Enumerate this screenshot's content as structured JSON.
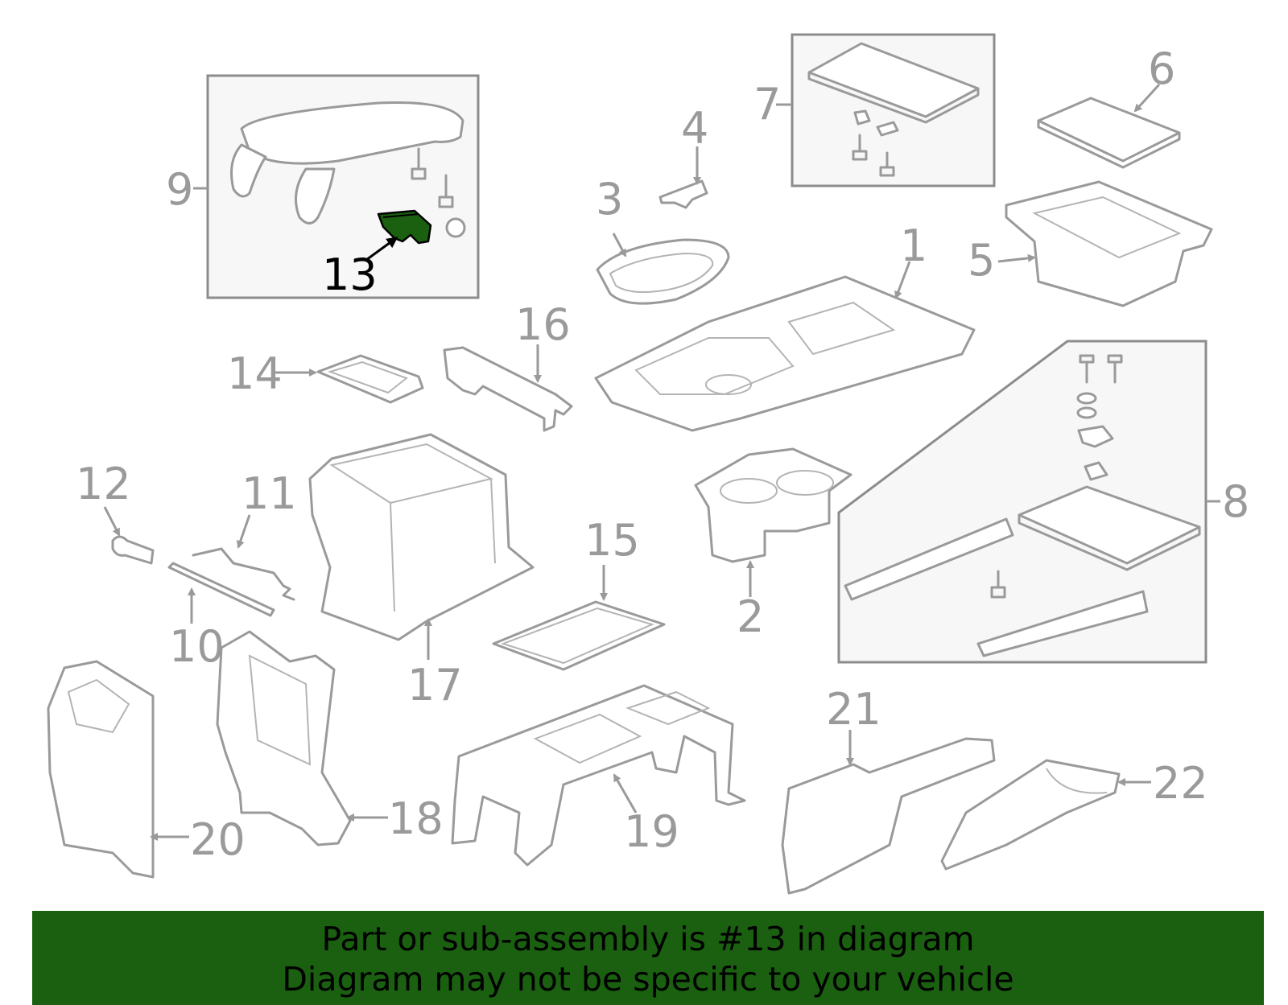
{
  "diagram": {
    "highlight_part": "13",
    "highlight_color": "#1a6010",
    "labels": {
      "p1": "1",
      "p2": "2",
      "p3": "3",
      "p4": "4",
      "p5": "5",
      "p6": "6",
      "p7": "7",
      "p8": "8",
      "p9": "9",
      "p10": "10",
      "p11": "11",
      "p12": "12",
      "p13": "13",
      "p14": "14",
      "p15": "15",
      "p16": "16",
      "p17": "17",
      "p18": "18",
      "p19": "19",
      "p20": "20",
      "p21": "21",
      "p22": "22"
    }
  },
  "banner": {
    "line1": "Part or sub-assembly is #13 in diagram",
    "line2": "Diagram may not be specific to your vehicle",
    "background": "#1a6010"
  }
}
